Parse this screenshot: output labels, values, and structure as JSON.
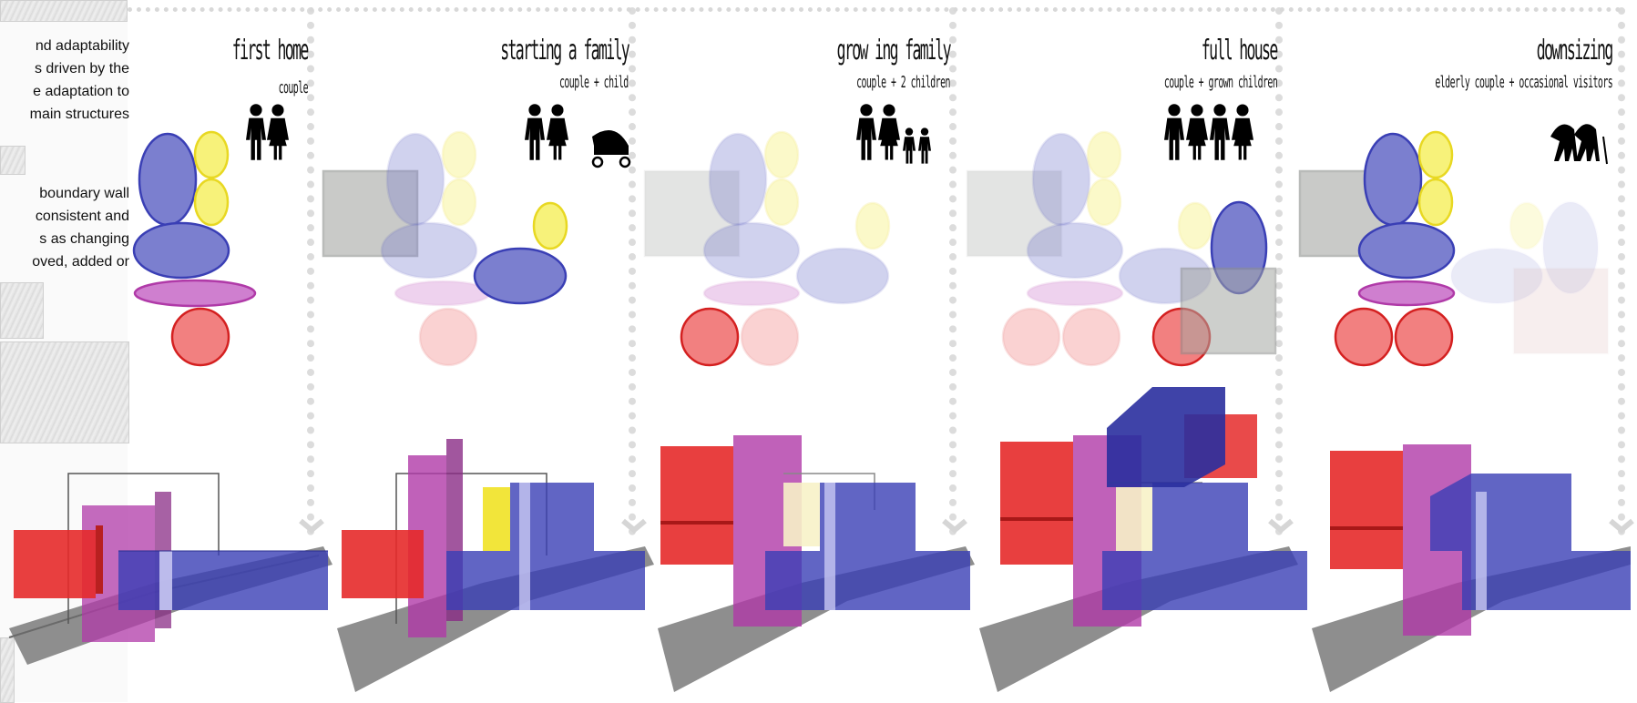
{
  "intro": {
    "paragraph1": [
      "nd adaptability",
      "s driven by the",
      "e adaptation to",
      "main structures"
    ],
    "paragraph2": [
      "boundary wall",
      "consistent and",
      "s as changing",
      "oved, added or"
    ]
  },
  "stages": [
    {
      "title": "first home",
      "subtitle": "couple",
      "icon": "couple-icon"
    },
    {
      "title": "starting a family",
      "subtitle": "couple + child",
      "icon": "couple-with-stroller-icon"
    },
    {
      "title": "grow ing family",
      "subtitle": "couple + 2 children",
      "icon": "family-two-children-icon"
    },
    {
      "title": "full house",
      "subtitle": "couple + grown children",
      "icon": "four-adults-icon"
    },
    {
      "title": "downsizing",
      "subtitle": "elderly couple + occasional visitors",
      "icon": "elderly-couple-icon"
    }
  ],
  "colors": {
    "blue": "#3a3fb5",
    "blue_fill": "#7b7fcf",
    "yellow": "#f2e53a",
    "purple": "#b03aa8",
    "red": "#e52a2a",
    "grey_box": "#bfc0bd",
    "ground": "#8e8e8e",
    "separator": "#dcdcdc"
  }
}
